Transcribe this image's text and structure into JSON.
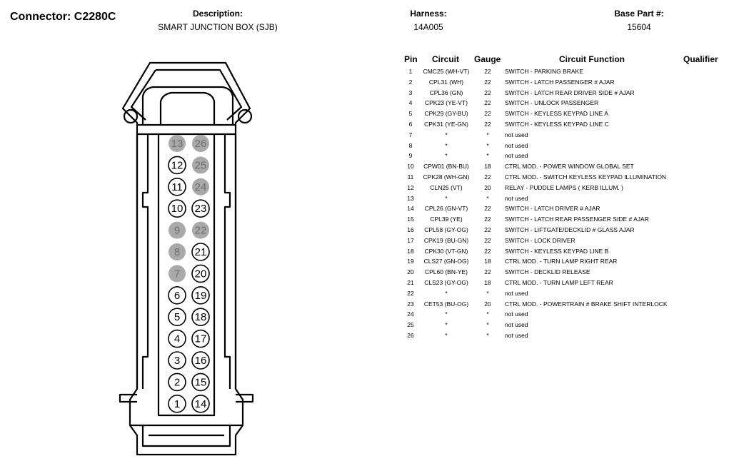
{
  "header": {
    "connector": "Connector: C2280C",
    "description_label": "Description:",
    "description_value": "SMART JUNCTION BOX (SJB)",
    "harness_label": "Harness:",
    "harness_value": "14A005",
    "base_part_label": "Base Part #:",
    "base_part_value": "15604"
  },
  "connector_diagram": {
    "left_column": [
      "13",
      "12",
      "11",
      "10",
      "9",
      "8",
      "7",
      "6",
      "5",
      "4",
      "3",
      "2",
      "1"
    ],
    "right_column": [
      "26",
      "25",
      "24",
      "23",
      "22",
      "21",
      "20",
      "19",
      "18",
      "17",
      "16",
      "15",
      "14"
    ],
    "unused_pins": [
      "7",
      "8",
      "9",
      "13",
      "22",
      "24",
      "25",
      "26"
    ],
    "colors": {
      "used_fill": "#ffffff",
      "unused_fill": "#a9a9a9",
      "unused_text": "#6e6e6e"
    }
  },
  "table": {
    "headers": {
      "pin": "Pin",
      "circuit": "Circuit",
      "gauge": "Gauge",
      "function": "Circuit Function",
      "qualifier": "Qualifier"
    },
    "rows": [
      {
        "pin": "1",
        "circuit": "CMC25 (WH-VT)",
        "gauge": "22",
        "function": "SWITCH - PARKING BRAKE"
      },
      {
        "pin": "2",
        "circuit": "CPL31 (WH)",
        "gauge": "22",
        "function": "SWITCH - LATCH PASSENGER # AJAR"
      },
      {
        "pin": "3",
        "circuit": "CPL36 (GN)",
        "gauge": "22",
        "function": "SWITCH - LATCH REAR DRIVER SIDE # AJAR"
      },
      {
        "pin": "4",
        "circuit": "CPK23 (YE-VT)",
        "gauge": "22",
        "function": "SWITCH - UNLOCK PASSENGER"
      },
      {
        "pin": "5",
        "circuit": "CPK29 (GY-BU)",
        "gauge": "22",
        "function": "SWITCH - KEYLESS KEYPAD LINE A"
      },
      {
        "pin": "6",
        "circuit": "CPK31 (YE-GN)",
        "gauge": "22",
        "function": "SWITCH - KEYLESS KEYPAD LINE C"
      },
      {
        "pin": "7",
        "circuit": "*",
        "gauge": "*",
        "function": "not used"
      },
      {
        "pin": "8",
        "circuit": "*",
        "gauge": "*",
        "function": "not used"
      },
      {
        "pin": "9",
        "circuit": "*",
        "gauge": "*",
        "function": "not used"
      },
      {
        "pin": "10",
        "circuit": "CPW01 (BN-BU)",
        "gauge": "18",
        "function": "CTRL MOD. - POWER WINDOW GLOBAL SET"
      },
      {
        "pin": "11",
        "circuit": "CPK28 (WH-GN)",
        "gauge": "22",
        "function": "CTRL MOD. - SWITCH KEYLESS KEYPAD ILLUMINATION"
      },
      {
        "pin": "12",
        "circuit": "CLN25 (VT)",
        "gauge": "20",
        "function": "RELAY - PUDDLE LAMPS ( KERB ILLUM. )"
      },
      {
        "pin": "13",
        "circuit": "*",
        "gauge": "*",
        "function": "not used"
      },
      {
        "pin": "14",
        "circuit": "CPL26 (GN-VT)",
        "gauge": "22",
        "function": "SWITCH - LATCH DRIVER # AJAR"
      },
      {
        "pin": "15",
        "circuit": "CPL39 (YE)",
        "gauge": "22",
        "function": "SWITCH - LATCH REAR PASSENGER SIDE # AJAR"
      },
      {
        "pin": "16",
        "circuit": "CPL58 (GY-OG)",
        "gauge": "22",
        "function": "SWITCH - LIFTGATE/DECKLID # GLASS AJAR"
      },
      {
        "pin": "17",
        "circuit": "CPK19 (BU-GN)",
        "gauge": "22",
        "function": "SWITCH - LOCK DRIVER"
      },
      {
        "pin": "18",
        "circuit": "CPK30 (VT-GN)",
        "gauge": "22",
        "function": "SWITCH - KEYLESS KEYPAD LINE B"
      },
      {
        "pin": "19",
        "circuit": "CLS27 (GN-OG)",
        "gauge": "18",
        "function": "CTRL MOD. - TURN LAMP RIGHT REAR"
      },
      {
        "pin": "20",
        "circuit": "CPL60 (BN-YE)",
        "gauge": "22",
        "function": "SWITCH - DECKLID RELEASE"
      },
      {
        "pin": "21",
        "circuit": "CLS23 (GY-OG)",
        "gauge": "18",
        "function": "CTRL MOD. - TURN LAMP LEFT REAR"
      },
      {
        "pin": "22",
        "circuit": "*",
        "gauge": "*",
        "function": "not used"
      },
      {
        "pin": "23",
        "circuit": "CET53 (BU-OG)",
        "gauge": "20",
        "function": "CTRL MOD. - POWERTRAIN # BRAKE SHIFT INTERLOCK"
      },
      {
        "pin": "24",
        "circuit": "*",
        "gauge": "*",
        "function": "not used"
      },
      {
        "pin": "25",
        "circuit": "*",
        "gauge": "*",
        "function": "not used"
      },
      {
        "pin": "26",
        "circuit": "*",
        "gauge": "*",
        "function": "not used"
      }
    ]
  }
}
